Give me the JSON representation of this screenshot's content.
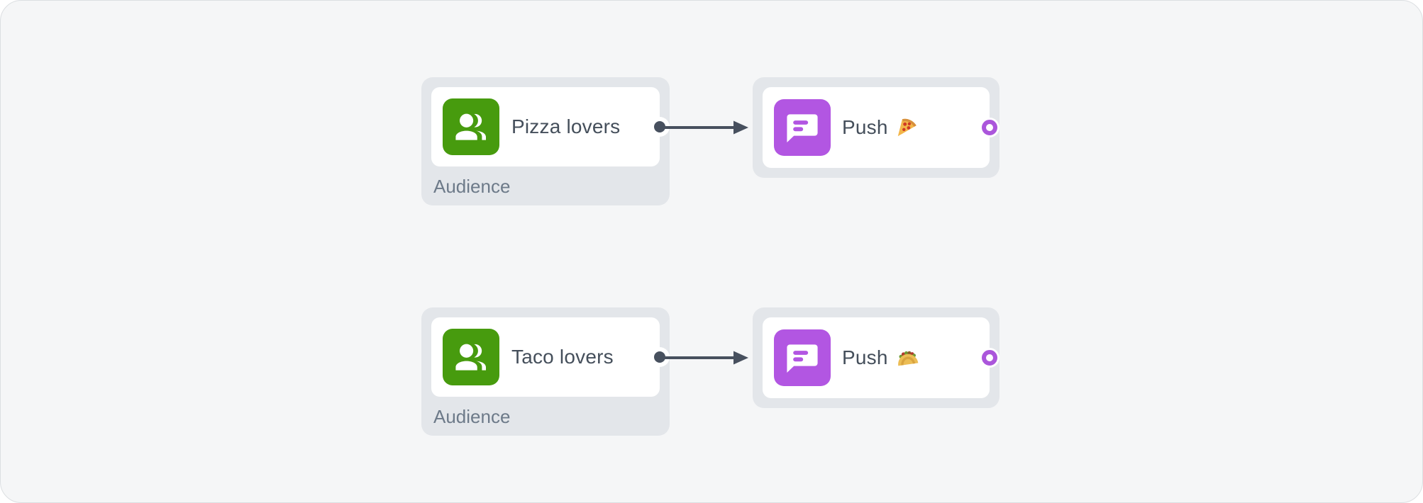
{
  "theme": {
    "canvas_bg": "#f5f6f7",
    "node_shell": "#e3e6ea",
    "audience_green": "#479b0e",
    "push_purple": "#b256e2",
    "port_ring": "#ab56db",
    "connector": "#47505e",
    "title_ink": "#454f5b",
    "label_muted": "#6d7a89"
  },
  "flows": [
    {
      "source": {
        "title": "Pizza lovers",
        "type_label": "Audience",
        "icon": "group-icon"
      },
      "target": {
        "title": "Push",
        "emoji": "🍕",
        "icon": "chat-bubble-icon"
      }
    },
    {
      "source": {
        "title": "Taco lovers",
        "type_label": "Audience",
        "icon": "group-icon"
      },
      "target": {
        "title": "Push",
        "emoji": "🌮",
        "icon": "chat-bubble-icon"
      }
    }
  ]
}
